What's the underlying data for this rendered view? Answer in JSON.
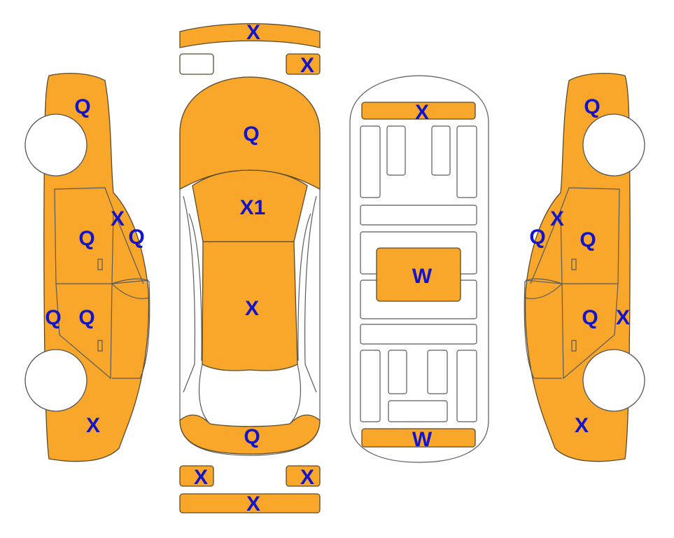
{
  "colors": {
    "damaged_fill": "#F9A72B",
    "undamaged_fill": "#FFFFFF",
    "outline": "#5A4A2A",
    "label": "#1414C8"
  },
  "legend_codes": {
    "X": "X",
    "X1": "X1",
    "Q": "Q",
    "W": "W"
  },
  "views": {
    "left_side": {
      "roof_area": "Q",
      "front_pillar": "X",
      "windshield_edge": "Q",
      "front_door": "Q",
      "rear_fender": "Q",
      "rear_door": "Q",
      "front_bumper_side": "X"
    },
    "top": {
      "front_bumper": "X",
      "front_right_lamp": "X",
      "hood": "Q",
      "windshield": "X1",
      "roof": "X",
      "trunk": "Q",
      "rear_left_lamp": "X",
      "rear_right_lamp": "X",
      "rear_bumper": "X"
    },
    "underbody": {
      "front_cross_member": "X",
      "center_floor": "W",
      "rear_cross_member": "W"
    },
    "right_side": {
      "roof_area": "Q",
      "front_pillar": "X",
      "windshield_edge": "Q",
      "front_door": "Q",
      "rear_door": "Q",
      "rear_panel_edge": "X",
      "front_bumper_side": "X"
    }
  }
}
